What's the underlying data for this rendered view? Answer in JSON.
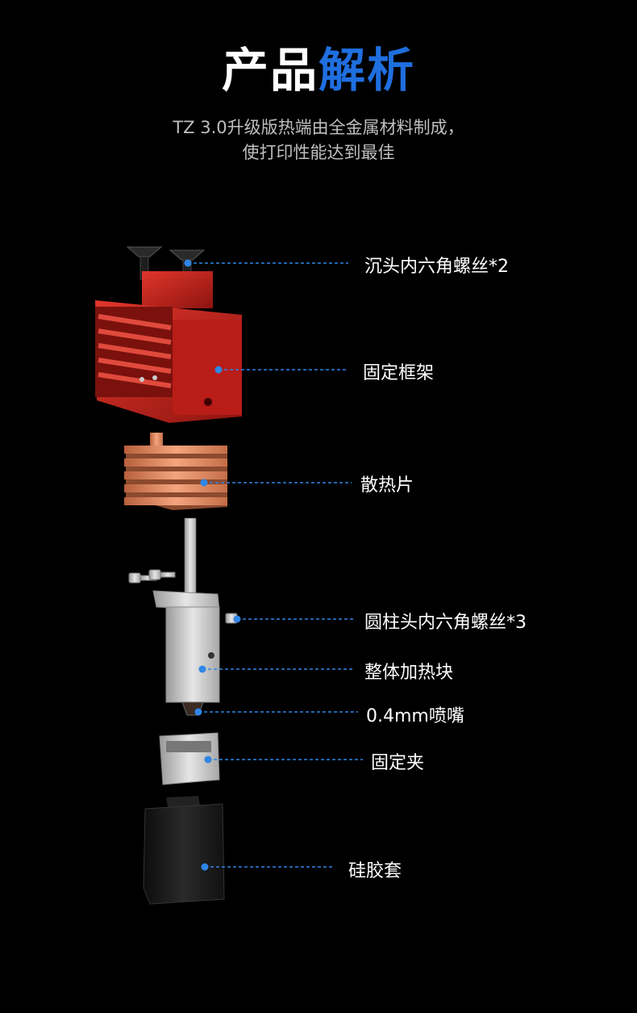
{
  "header": {
    "title_main": "产品",
    "title_accent": "解析",
    "subtitle_line1": "TZ 3.0升级版热端由全金属材料制成，",
    "subtitle_line2": "使打印性能达到最佳"
  },
  "colors": {
    "accent": "#1f6fe0",
    "callout_line": "#2f86e6",
    "frame_red": "#c8201a",
    "copper": "#e0895e",
    "steel": "#c9c9c9",
    "sock": "#1a1a1a"
  },
  "parts": [
    {
      "label": "沉头内六角螺丝*2",
      "icon": "countersunk-screw"
    },
    {
      "label": "固定框架",
      "icon": "frame"
    },
    {
      "label": "散热片",
      "icon": "heatsink"
    },
    {
      "label": "圆柱头内六角螺丝*3",
      "icon": "cap-screw"
    },
    {
      "label": "整体加热块",
      "icon": "heater-block"
    },
    {
      "label": "0.4mm喷嘴",
      "icon": "nozzle"
    },
    {
      "label": "固定夹",
      "icon": "clip"
    },
    {
      "label": "硅胶套",
      "icon": "silicone-sock"
    }
  ]
}
